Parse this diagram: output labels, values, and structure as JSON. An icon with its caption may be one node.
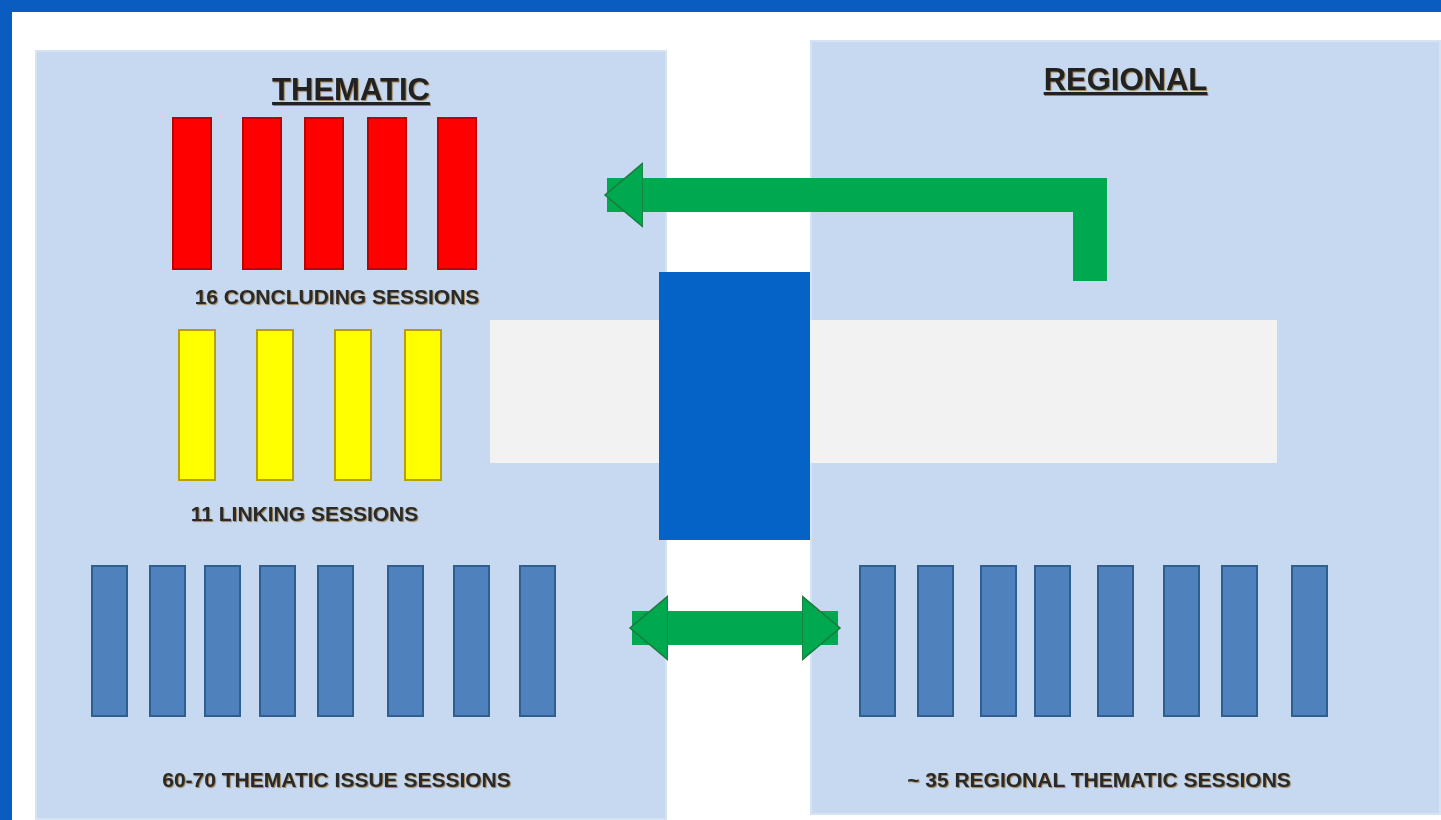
{
  "diagram": {
    "nodes": [
      {
        "text": [
          "THEMATIC"
        ]
      },
      {
        "text": [
          "16 CONCLUDING SESSIONS"
        ],
        "in": 0
      },
      {
        "text": [
          "11 LINKING SESSIONS"
        ],
        "in": 0
      },
      {
        "text": [
          "60-70 THEMATIC ISSUE SESSIONS"
        ],
        "in": 0
      },
      {
        "text": [
          "REGIONAL"
        ]
      },
      {
        "text": [
          "~ 35 REGIONAL THEMATIC SESSIONS"
        ],
        "in": 4
      },
      {
        "text": [],
        "shape": "bar"
      },
      {
        "text": [],
        "shape": "box"
      }
    ],
    "edges": [
      {
        "from": null,
        "to": 1,
        "arrow": "to"
      },
      {
        "from": 3,
        "to": 5,
        "arrow": "both"
      }
    ]
  }
}
